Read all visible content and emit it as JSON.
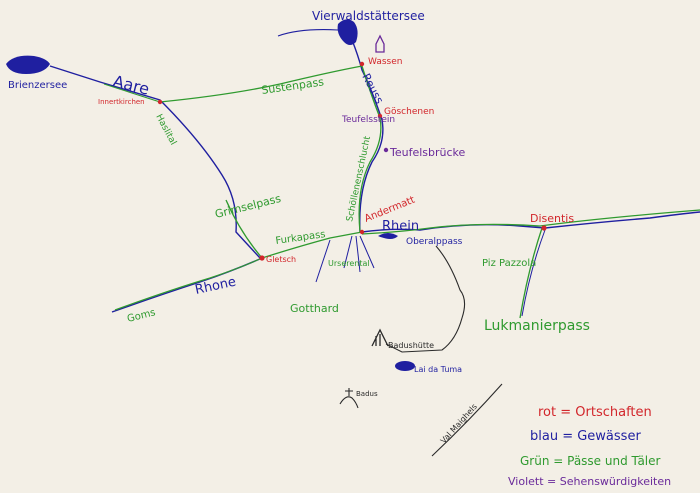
{
  "colors": {
    "background": "#f3efe6",
    "places": "#d2262b",
    "water": "#1f1fa0",
    "passes": "#2f9a2f",
    "sights": "#6a2a9a",
    "path": "#2a2a2a"
  },
  "water": {
    "vierwaldstaettersee": "Vierwaldstättersee",
    "brienzersee": "Brienzersee",
    "aare": "Aare",
    "reuss": "Reuss",
    "rhein": "Rhein",
    "rhone": "Rhone",
    "lai_da_tuma": "Lai da Tuma"
  },
  "places": {
    "wassen": "Wassen",
    "innertkirchen": "Innertkirchen",
    "goeschenen": "Göschenen",
    "andermatt": "Andermatt",
    "disentis": "Disentis",
    "gletsch": "Gletsch"
  },
  "passes": {
    "sustenpass": "Sustenpass",
    "haslital": "Haslital",
    "grimselpass": "Grimselpass",
    "furkapass": "Furkapass",
    "schoellenenschlucht": "Schöllenenschlucht",
    "oberalppass": "Oberalppass",
    "piz_pazzola": "Piz Pazzola",
    "lukmanierpass": "Lukmanierpass",
    "gotthard": "Gotthard",
    "goms": "Goms",
    "urserental": "Urserental"
  },
  "sights": {
    "teufelsstein": "Teufelsstein",
    "teufelsbruecke": "Teufelsbrücke"
  },
  "other": {
    "badushuette": "Badushütte",
    "badus": "Badus",
    "val_maighels": "Val Maighels"
  },
  "legend": {
    "rot": "rot = Ortschaften",
    "blau": "blau = Gewässer",
    "gruen": "Grün = Pässe und Täler",
    "violett": "Violett = Sehenswürdigkeiten"
  }
}
